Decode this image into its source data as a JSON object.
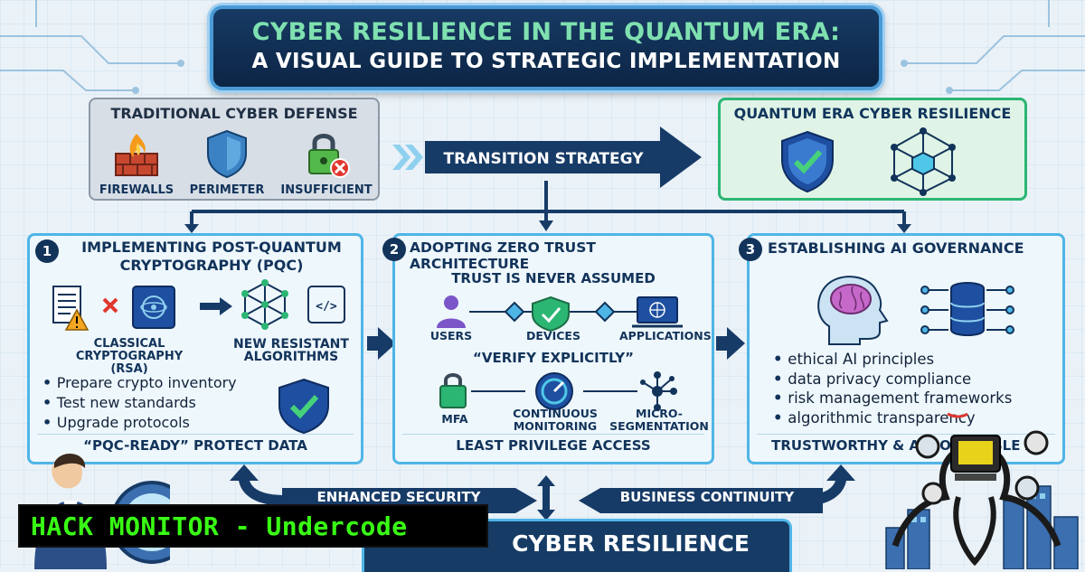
{
  "title": {
    "line1": "CYBER RESILIENCE IN THE QUANTUM ERA:",
    "line2": "A VISUAL GUIDE TO STRATEGIC IMPLEMENTATION"
  },
  "traditional": {
    "heading": "TRADITIONAL CYBER DEFENSE",
    "items": [
      {
        "label": "FIREWALLS",
        "icon": "firewall-icon"
      },
      {
        "label": "PERIMETER",
        "icon": "shield-icon"
      },
      {
        "label": "INSUFFICIENT",
        "icon": "lock-icon"
      }
    ]
  },
  "transition": {
    "label": "TRANSITION STRATEGY"
  },
  "quantum_era": {
    "heading": "QUANTUM ERA CYBER RESILIENCE"
  },
  "steps": [
    {
      "number": "1",
      "heading_line1": "IMPLEMENTING POST-QUANTUM",
      "heading_line2": "CRYPTOGRAPHY (PQC)",
      "label_left_1": "CLASSICAL",
      "label_left_2": "CRYPTOGRAPHY (RSA)",
      "label_right_1": "NEW RESISTANT",
      "label_right_2": "ALGORITHMS",
      "bullets": [
        "Prepare crypto inventory",
        "Test new standards",
        "Upgrade protocols"
      ],
      "footer": "“PQC-READY” PROTECT DATA"
    },
    {
      "number": "2",
      "heading": "ADOPTING ZERO TRUST ARCHITECTURE",
      "subheading": "TRUST IS NEVER ASSUMED",
      "nodes": [
        "USERS",
        "DEVICES",
        "APPLICATIONS"
      ],
      "verify": "“VERIFY EXPLICITLY”",
      "mfa": "MFA",
      "monitor_1": "CONTINUOUS",
      "monitor_2": "MONITORING",
      "micro_1": "MICRO-",
      "micro_2": "SEGMENTATION",
      "footer": "LEAST PRIVILEGE ACCESS"
    },
    {
      "number": "3",
      "heading": "ESTABLISHING AI GOVERNANCE",
      "bullets": [
        "ethical AI principles",
        "data privacy compliance",
        "risk management frameworks",
        "algorithmic transparency"
      ],
      "footer": "TRUSTWORTHY & ACCOUNTABLE AI"
    }
  ],
  "bottom": {
    "left_flow": "ENHANCED SECURITY",
    "right_flow": "BUSINESS CONTINUITY",
    "banner": "CYBER RESILIENCE"
  },
  "watermark": {
    "text": "HACK MONITOR - Undercode"
  },
  "colors": {
    "accent": "#4fb5e6",
    "navy": "#12335a",
    "green": "#2bb673",
    "hack_green": "#39ff14"
  }
}
